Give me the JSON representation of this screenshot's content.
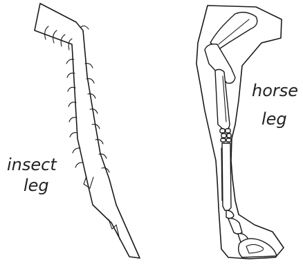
{
  "figure": {
    "insect_label_line1": "insect",
    "insect_label_line2": "leg",
    "horse_label_line1": "horse",
    "horse_label_line2": "leg"
  }
}
